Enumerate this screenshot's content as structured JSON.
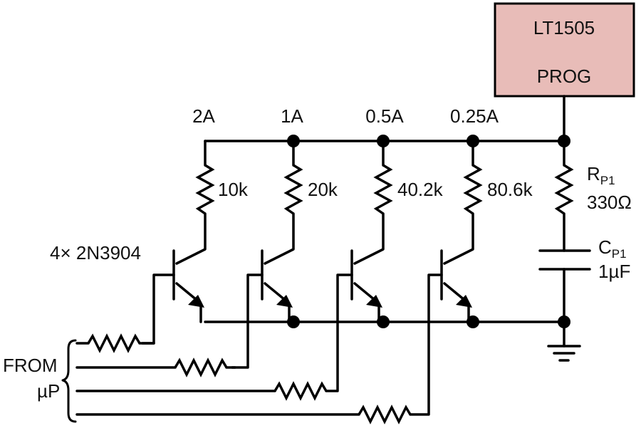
{
  "chip": {
    "name": "LT1505",
    "pin": "PROG"
  },
  "currents": [
    "2A",
    "1A",
    "0.5A",
    "0.25A"
  ],
  "collector_resistors": [
    "10k",
    "20k",
    "40.2k",
    "80.6k"
  ],
  "transistor_label": "4× 2N3904",
  "rp1": {
    "label": "R",
    "subscript": "P1",
    "value": "330Ω"
  },
  "cp1": {
    "label": "C",
    "subscript": "P1",
    "value": "1µF"
  },
  "input_label_line1": "FROM",
  "input_label_line2": "µP"
}
